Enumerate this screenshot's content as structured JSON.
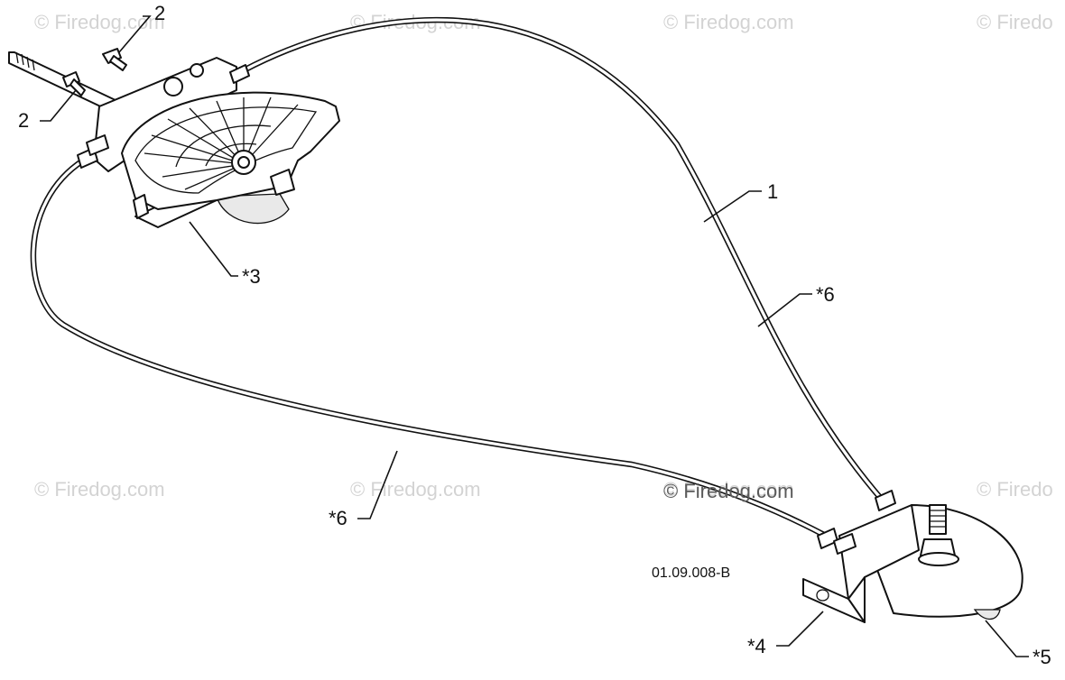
{
  "watermarks": [
    "© Firedog.com",
    "© Firedog.com",
    "© Firedog.com",
    "© Firedo",
    "© Firedog.com",
    "© Firedog.com",
    "© Firedog.com",
    "© Firedo"
  ],
  "center_watermark": "© Firedog.com",
  "diagram_code": "01.09.008-B",
  "callouts": {
    "screw_top": "2",
    "screw_left": "2",
    "cable": "1",
    "cable_right": "*6",
    "cable_left": "*6",
    "upper_assembly": "*3",
    "lower_bracket": "*4",
    "lower_housing": "*5"
  },
  "colors": {
    "line": "#111111",
    "watermark": "#d3d3d3",
    "watermark_center": "#5a5a5a",
    "background": "#ffffff"
  }
}
